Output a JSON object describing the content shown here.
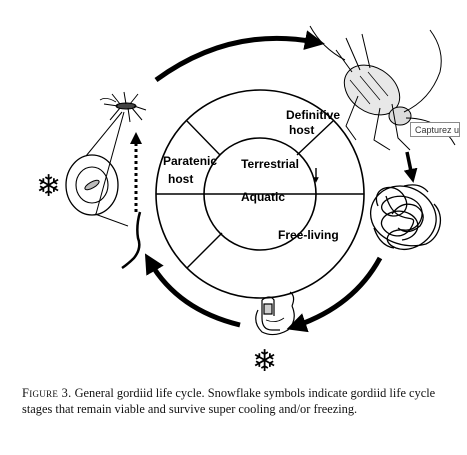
{
  "diagram": {
    "labels": {
      "terrestrial": "Terrestrial",
      "aquatic": "Aquatic",
      "paratenic_line1": "Paratenic",
      "paratenic_line2": "host",
      "definitive_line1": "Definitive",
      "definitive_line2": "host",
      "free_living": "Free-living"
    },
    "snowflake_glyph": "❄",
    "snowflake_count": 2,
    "stages": [
      "definitive-host-cricket",
      "free-living-worm-tangle",
      "aquatic-larva",
      "paratenic-host-mosquito"
    ],
    "colors": {
      "line": "#000000",
      "background": "#ffffff"
    }
  },
  "tooltip": {
    "text": "Capturez une"
  },
  "caption": {
    "figure_label": "Figure 3.",
    "text": "General gordiid life cycle. Snowflake symbols indicate gordiid life cycle stages that remain viable and survive super cooling and/or freezing."
  }
}
